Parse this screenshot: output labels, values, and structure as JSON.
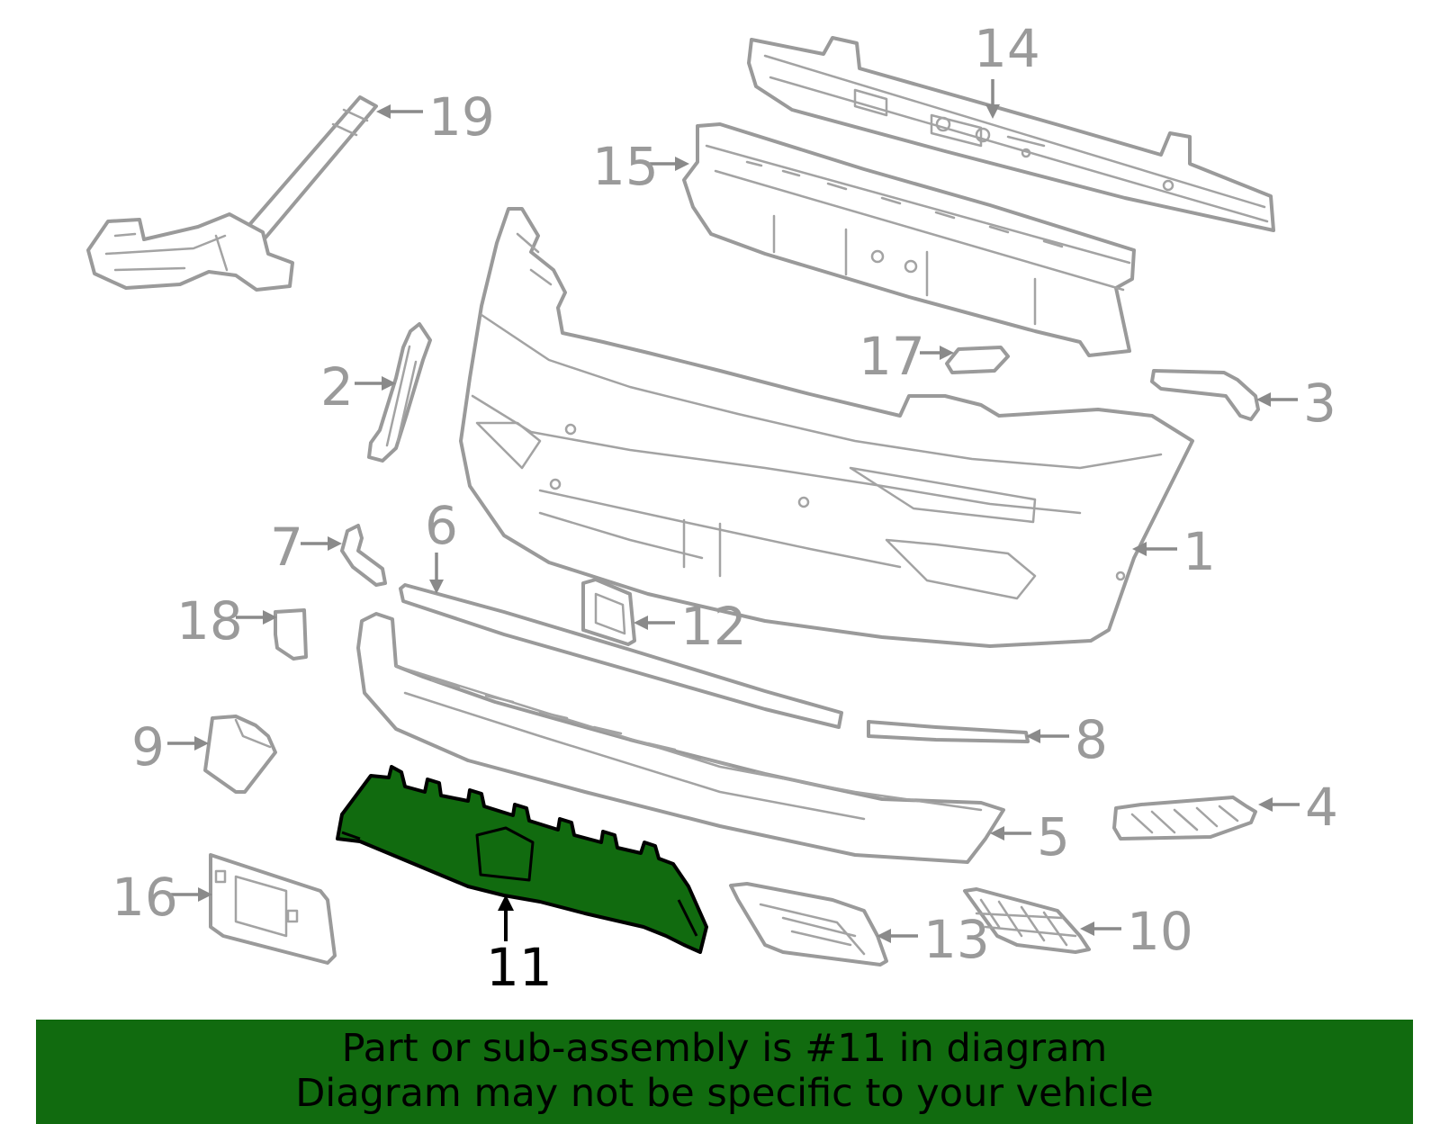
{
  "highlighted_part": "11",
  "colors": {
    "highlight": "#116b0f",
    "parts": "#9a9a9a",
    "banner": "#116b0f"
  },
  "callouts": {
    "c1": "1",
    "c2": "2",
    "c3": "3",
    "c4": "4",
    "c5": "5",
    "c6": "6",
    "c7": "7",
    "c8": "8",
    "c9": "9",
    "c10": "10",
    "c11": "11",
    "c12": "12",
    "c13": "13",
    "c14": "14",
    "c15": "15",
    "c16": "16",
    "c17": "17",
    "c18": "18",
    "c19": "19"
  },
  "banner": {
    "line1": "Part or sub-assembly is #11 in diagram",
    "line2": "Diagram may not be specific to your vehicle"
  }
}
